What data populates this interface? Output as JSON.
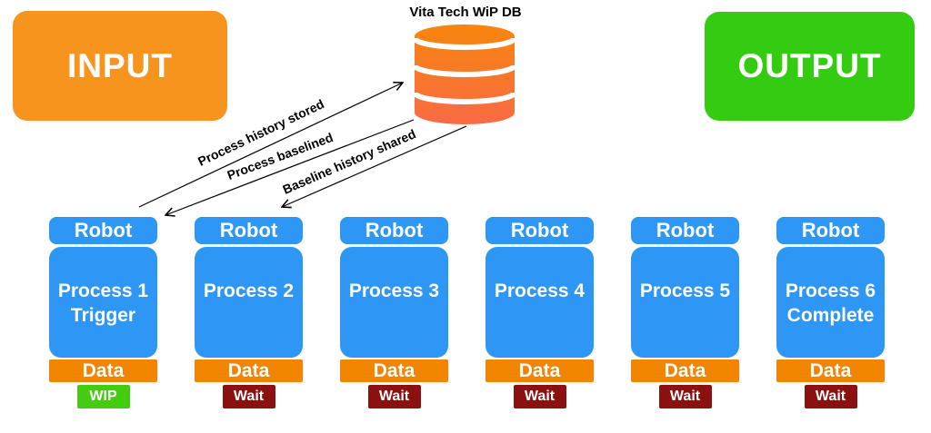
{
  "input": {
    "label": "INPUT"
  },
  "output": {
    "label": "OUTPUT"
  },
  "database": {
    "label": "Vita Tech WiP DB"
  },
  "arrows": [
    {
      "label": "Process history stored"
    },
    {
      "label": "Process baselined"
    },
    {
      "label": "Baseline history shared"
    }
  ],
  "columns": [
    {
      "robot": "Robot",
      "process": "Process 1\nTrigger",
      "data": "Data",
      "status": "WIP",
      "status_color": "#44CC11"
    },
    {
      "robot": "Robot",
      "process": "Process 2",
      "data": "Data",
      "status": "Wait",
      "status_color": "#8B1010"
    },
    {
      "robot": "Robot",
      "process": "Process 3",
      "data": "Data",
      "status": "Wait",
      "status_color": "#8B1010"
    },
    {
      "robot": "Robot",
      "process": "Process 4",
      "data": "Data",
      "status": "Wait",
      "status_color": "#8B1010"
    },
    {
      "robot": "Robot",
      "process": "Process 5",
      "data": "Data",
      "status": "Wait",
      "status_color": "#8B1010"
    },
    {
      "robot": "Robot",
      "process": "Process 6\nComplete",
      "data": "Data",
      "status": "Wait",
      "status_color": "#8B1010"
    }
  ],
  "colors": {
    "input_orange": "#F7941D",
    "output_green": "#33CC11",
    "box_blue": "#2E96F5",
    "data_orange": "#F28500",
    "wip_green": "#44CC11",
    "wait_red": "#8B1010",
    "db_top": "#F8860D",
    "db_bottom": "#F96A45",
    "arrow_black": "#000000"
  }
}
